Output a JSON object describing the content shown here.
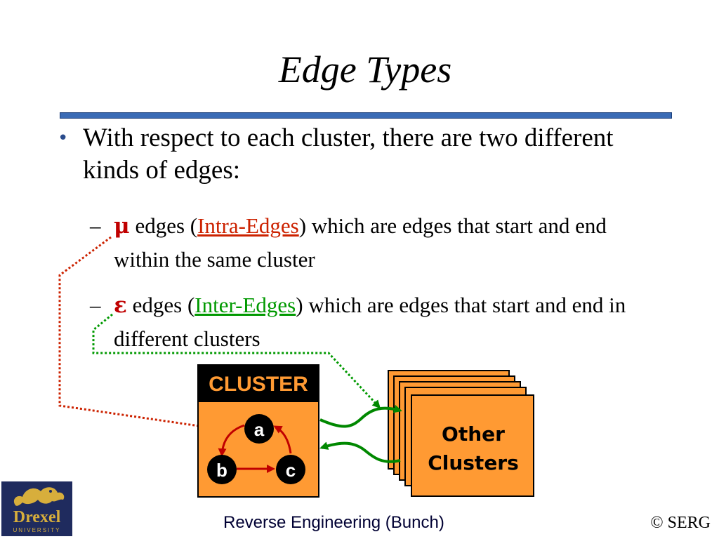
{
  "slide": {
    "title": "Edge Types",
    "bullet": "With respect to each cluster, there are two different kinds of edges:",
    "subitems": [
      {
        "dash": "–",
        "symbol": "μ",
        "before": " edges (",
        "link": "Intra-Edges",
        "after": ") which are edges that start and end within the same cluster"
      },
      {
        "dash": "–",
        "symbol": "ε",
        "before": " edges (",
        "link": "Inter-Edges",
        "after": ") which are edges that start and end in different clusters"
      }
    ]
  },
  "diagram": {
    "cluster_label": "CLUSTER",
    "nodes": [
      "a",
      "b",
      "c"
    ],
    "other_label_line1": "Other",
    "other_label_line2": "Clusters"
  },
  "footer": {
    "center": "Reverse Engineering (Bunch)",
    "right": "© SERG"
  },
  "logo": {
    "name": "Drexel",
    "sub": "UNIVERSITY",
    "icon": "dragon-icon"
  },
  "colors": {
    "accent_blue": "#3a6bb5",
    "cluster_orange": "#ff9a33",
    "intra_red": "#c00000",
    "inter_green": "#009900"
  }
}
